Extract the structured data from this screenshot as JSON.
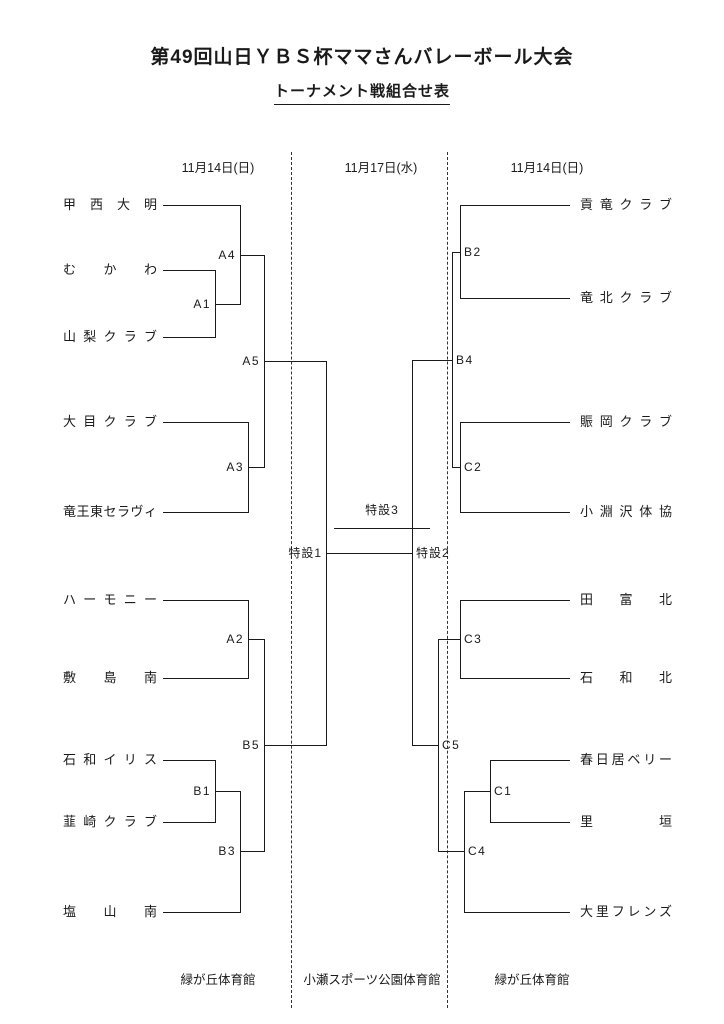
{
  "title": "第49回山日ＹＢＳ杯ママさんバレーボール大会",
  "subtitle": "トーナメント戦組合せ表",
  "headers": {
    "left_date": "11月14日(日)",
    "center_date": "11月17日(水)",
    "right_date": "11月14日(日)"
  },
  "venues": {
    "left": "緑が丘体育館",
    "center": "小瀬スポーツ公園体育館",
    "right": "緑が丘体育館"
  },
  "teams": {
    "left": [
      "甲西大明",
      "むかわ",
      "山梨クラブ",
      "大目クラブ",
      "竜王東セラヴィ",
      "ハーモニー",
      "敷島南",
      "石和イリス",
      "韮崎クラブ",
      "塩山南"
    ],
    "right": [
      "貢竜クラブ",
      "竜北クラブ",
      "賑岡クラブ",
      "小淵沢体協",
      "田富北",
      "石和北",
      "春日居ベリー",
      "里垣",
      "大里フレンズ"
    ]
  },
  "match_labels": {
    "a1": "A1",
    "a2": "A2",
    "a3": "A3",
    "a4": "A4",
    "a5": "A5",
    "b1": "B1",
    "b2": "B2",
    "b3": "B3",
    "b4": "B4",
    "b5": "B5",
    "c1": "C1",
    "c2": "C2",
    "c3": "C3",
    "c4": "C4",
    "c5": "C5",
    "t1": "特設1",
    "t2": "特設2",
    "t3": "特設3"
  }
}
